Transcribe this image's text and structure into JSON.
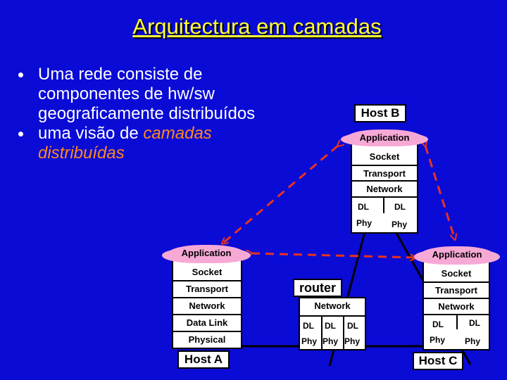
{
  "title": "Arquitectura em camadas",
  "bullets": {
    "b1": "Uma rede consiste de componentes de hw/sw geograficamente distribuídos",
    "b2_prefix": "uma visão de",
    "b2_highlight": "camadas distribuídas"
  },
  "diagram": {
    "hostB": {
      "label": "Host B",
      "application": "Application",
      "socket": "Socket",
      "transport": "Transport",
      "network": "Network",
      "dl_left": "DL",
      "dl_right": "DL",
      "phy_left": "Phy",
      "phy_right": "Phy"
    },
    "hostA": {
      "label": "Host A",
      "application": "Application",
      "socket": "Socket",
      "transport": "Transport",
      "network": "Network",
      "datalink": "Data Link",
      "physical": "Physical"
    },
    "hostC": {
      "label": "Host C",
      "application": "Application",
      "socket": "Socket",
      "transport": "Transport",
      "network": "Network",
      "dl_left": "DL",
      "dl_right": "DL",
      "phy_left": "Phy",
      "phy_right": "Phy"
    },
    "router": {
      "label": "router",
      "network": "Network",
      "dl1": "DL",
      "dl2": "DL",
      "dl3": "DL",
      "phy1": "Phy",
      "phy2": "Phy",
      "phy3": "Phy"
    }
  },
  "colors": {
    "background": "#0b0bd6",
    "title": "#ffff33",
    "highlight": "#ff8a1e",
    "cloud": "#f7a9d6",
    "arrow": "#e8331f"
  }
}
